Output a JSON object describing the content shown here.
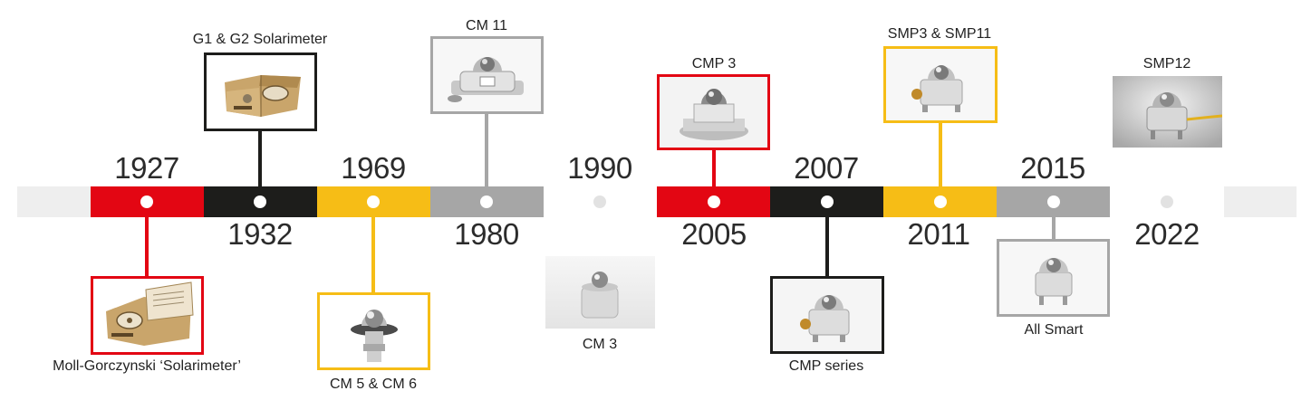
{
  "colors": {
    "red": "#e30613",
    "black": "#1d1d1b",
    "yellow": "#f6bd16",
    "grey": "#a6a6a6",
    "track_light": "#eeeeee"
  },
  "years": {
    "y1927": "1927",
    "y1932": "1932",
    "y1969": "1969",
    "y1980": "1980",
    "y1990": "1990",
    "y2005": "2005",
    "y2007": "2007",
    "y2011": "2011",
    "y2015": "2015",
    "y2022": "2022"
  },
  "products": {
    "g1g2": "G1 & G2 Solarimeter",
    "cm11": "CM 11",
    "cmp3": "CMP 3",
    "smp3_11": "SMP3 & SMP11",
    "smp12": "SMP12",
    "moll": "Moll-Gorczynski ‘Solarimeter’",
    "cm5_6": "CM 5 & CM 6",
    "cm3": "CM 3",
    "cmp_series": "CMP series",
    "all_smart": "All Smart"
  },
  "icons": {
    "case": "solarimeter-case-image",
    "pyranometer": "pyranometer-image"
  }
}
